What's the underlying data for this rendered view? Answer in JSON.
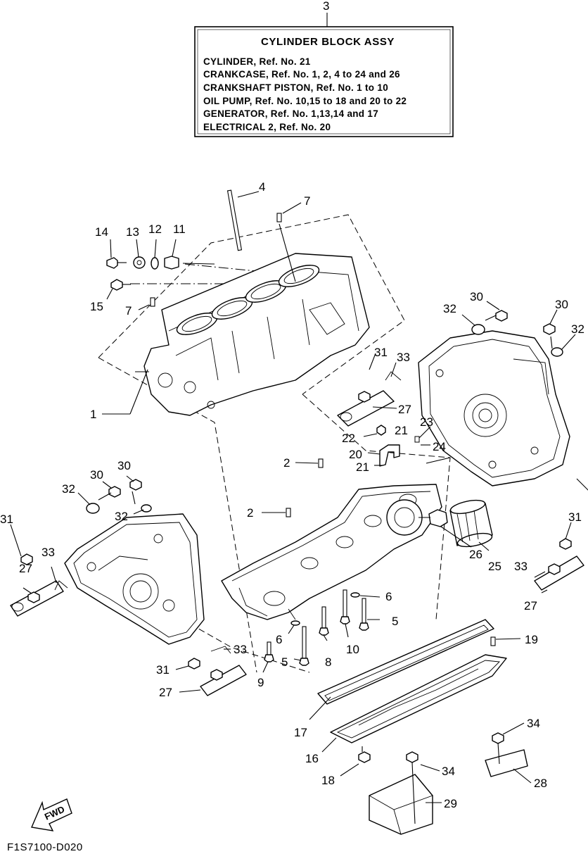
{
  "assembly_box": {
    "ref_number": "3",
    "title": "CYLINDER BLOCK ASSY",
    "lines": [
      "CYLINDER, Ref. No. 21",
      "CRANKCASE, Ref. No. 1, 2, 4 to 24 and 26",
      "CRANKSHAFT PISTON, Ref. No. 1 to 10",
      "OIL PUMP,  Ref. No. 10,15 to 18 and 20 to 22",
      "GENERATOR, Ref. No. 1,13,14 and 17",
      "ELECTRICAL 2, Ref. No. 20"
    ]
  },
  "callouts": [
    {
      "id": "c4",
      "text": "4"
    },
    {
      "id": "c7a",
      "text": "7"
    },
    {
      "id": "c14",
      "text": "14"
    },
    {
      "id": "c13",
      "text": "13"
    },
    {
      "id": "c12",
      "text": "12"
    },
    {
      "id": "c11",
      "text": "11"
    },
    {
      "id": "c15",
      "text": "15"
    },
    {
      "id": "c7b",
      "text": "7"
    },
    {
      "id": "c30a",
      "text": "30"
    },
    {
      "id": "c30b",
      "text": "30"
    },
    {
      "id": "c32a",
      "text": "32"
    },
    {
      "id": "c32b",
      "text": "32"
    },
    {
      "id": "c31a",
      "text": "31"
    },
    {
      "id": "c33a",
      "text": "33"
    },
    {
      "id": "c27a",
      "text": "27"
    },
    {
      "id": "c22",
      "text": "22"
    },
    {
      "id": "c21a",
      "text": "21"
    },
    {
      "id": "c23",
      "text": "23"
    },
    {
      "id": "c20",
      "text": "20"
    },
    {
      "id": "c24",
      "text": "24"
    },
    {
      "id": "c21b",
      "text": "21"
    },
    {
      "id": "c1",
      "text": "1"
    },
    {
      "id": "c2a",
      "text": "2"
    },
    {
      "id": "c2b",
      "text": "2"
    },
    {
      "id": "c30c",
      "text": "30"
    },
    {
      "id": "c30d",
      "text": "30"
    },
    {
      "id": "c32c",
      "text": "32"
    },
    {
      "id": "c32d",
      "text": "32"
    },
    {
      "id": "c31b",
      "text": "31"
    },
    {
      "id": "c33b",
      "text": "33"
    },
    {
      "id": "c27b",
      "text": "27"
    },
    {
      "id": "c26",
      "text": "26"
    },
    {
      "id": "c25",
      "text": "25"
    },
    {
      "id": "c31c",
      "text": "31"
    },
    {
      "id": "c33c",
      "text": "33"
    },
    {
      "id": "c27c",
      "text": "27"
    },
    {
      "id": "c6a",
      "text": "6"
    },
    {
      "id": "c6b",
      "text": "6"
    },
    {
      "id": "c5a",
      "text": "5"
    },
    {
      "id": "c5b",
      "text": "5"
    },
    {
      "id": "c10",
      "text": "10"
    },
    {
      "id": "c8",
      "text": "8"
    },
    {
      "id": "c9",
      "text": "9"
    },
    {
      "id": "c33d",
      "text": "33"
    },
    {
      "id": "c31d",
      "text": "31"
    },
    {
      "id": "c27d",
      "text": "27"
    },
    {
      "id": "c19",
      "text": "19"
    },
    {
      "id": "c17",
      "text": "17"
    },
    {
      "id": "c16",
      "text": "16"
    },
    {
      "id": "c18",
      "text": "18"
    },
    {
      "id": "c34a",
      "text": "34"
    },
    {
      "id": "c34b",
      "text": "34"
    },
    {
      "id": "c28",
      "text": "28"
    },
    {
      "id": "c29",
      "text": "29"
    }
  ],
  "fwd_label": "FWD",
  "figure_code": "F1S7100-D020"
}
